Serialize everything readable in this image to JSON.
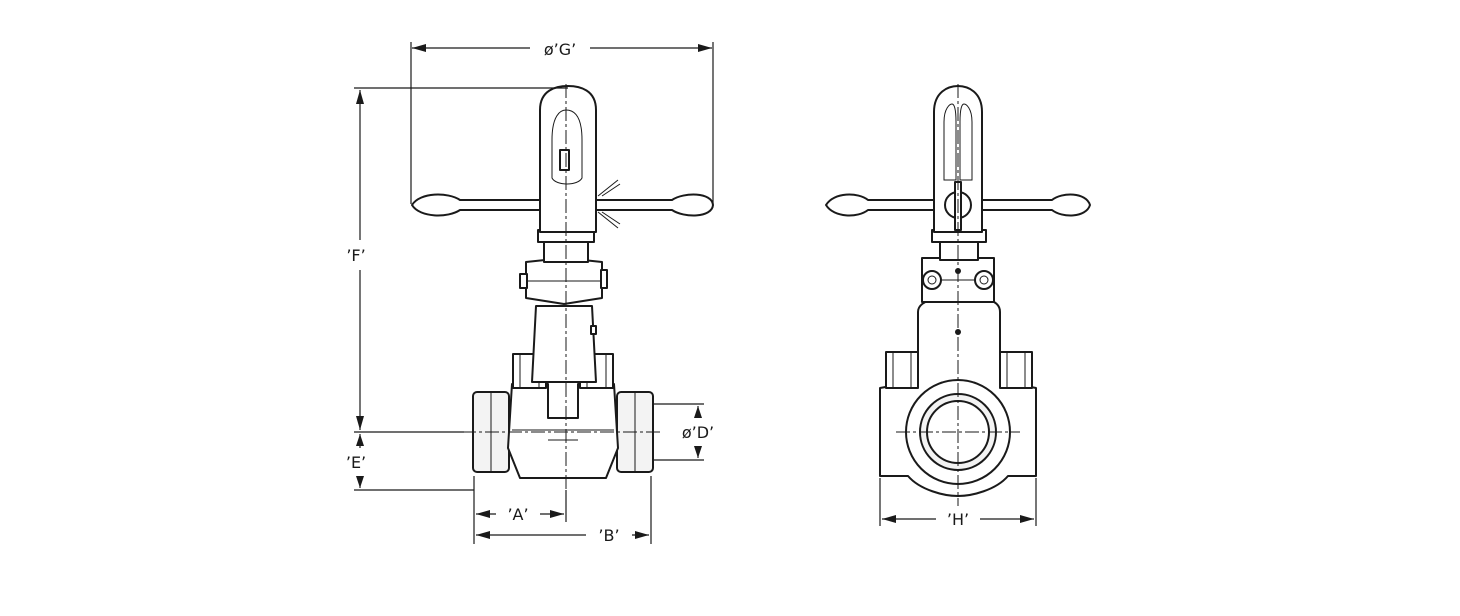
{
  "dimensions": {
    "G": "ø’G’",
    "F": "’F’",
    "E": "’E’",
    "D": "ø’D’",
    "A": "’A’",
    "B": "’B’",
    "H": "’H’"
  }
}
